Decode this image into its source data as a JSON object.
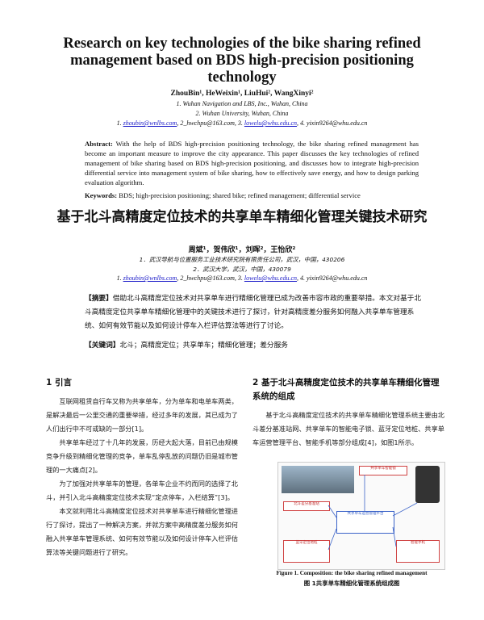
{
  "en": {
    "title": "Research on key technologies of the bike sharing refined management based on BDS high-precision positioning technology",
    "authors": "ZhouBin¹, HeWeixin¹, LiuHui², WangXinyi²",
    "aff1": "1. Wuhan Navigation and LBS, Inc., Wuhan, China",
    "aff2": "2. Wuhan University, Wuhan, China",
    "email1": "zhoubin@wnlbs.com",
    "email2": "2_hwchpu@163.com",
    "email3": "lowelu@whu.edu.cn",
    "email4": "4. yixin9264@whu.edu.cn",
    "abstract_label": "Abstract:",
    "abstract": "With the help of BDS high-precision positioning technology, the bike sharing refined management has become an important measure to improve the city appearance. This paper discusses the key technologies of refined management of bike sharing based on BDS high-precision positioning, and discusses how to integrate high-precision differential service into management system of bike sharing, how to effectively save energy, and how to design parking evaluation algorithm.",
    "keywords_label": "Keywords:",
    "keywords": "BDS; high-precision positioning; shared bike; refined management; differential service"
  },
  "cn": {
    "title": "基于北斗高精度定位技术的共享单车精细化管理关键技术研究",
    "authors": "周斌¹，贺伟欣¹，刘晖²，王怡欣²",
    "aff1": "1．武汉导航与位置服务工业技术研究院有限责任公司，武汉，中国，430206",
    "aff2": "2．武汉大学，武汉，中国，430079",
    "abstract_label": "【摘要】",
    "abstract": "借助北斗高精度定位技术对共享单车进行精细化管理已成为改善市容市政的重要举措。本文对基于北斗高精度定位共享单车精细化管理中的关键技术进行了探讨，针对高精度差分服务如何融入共享单车管理系统、如何有效节能以及如何设计停车入栏评估算法等进行了讨论。",
    "keywords_label": "【关键词】",
    "keywords": "北斗；高精度定位；共享单车；精细化管理；差分服务"
  },
  "sec1": {
    "heading": "1  引言",
    "p1": "互联网租赁自行车又称为共享单车，分为单车和电单车两类，是解决最后一公里交通的重要举措，经过多年的发展，其已成为了人们出行中不可或缺的一部分[1]。",
    "p2": "共享单车经过了十几年的发展，历经大起大落，目前已由规模竞争升级到精细化管理的竞争，单车乱停乱放的问题仍旧是城市管理的一大痛点[2]。",
    "p3": "为了加强对共享单车的管理，各单车企业不约而同的选择了北斗，并引入北斗高精度定位技术实现“定点停车，入栏结算”[3]。",
    "p4": "本文就利用北斗高精度定位技术对共享单车进行精细化管理进行了探讨，提出了一种解决方案，并就方案中高精度差分服务如何融入共享单车管理系统、如何有效节能以及如何设计停车入栏评估算法等关键问题进行了研究。"
  },
  "sec2": {
    "heading": "2  基于北斗高精度定位技术的共享单车精细化管理系统的组成",
    "p1": "基于北斗高精度定位技术的共享单车精细化管理系统主要由北斗差分基准站网、共享单车的智能电子锁、蓝牙定位地桩、共享单车运营管理平台、智能手机等部分组成[4]，如图1所示。"
  },
  "figure": {
    "caption_en": "Figure 1. Composition: the bike sharing refined management",
    "caption_cn": "图  1共享单车精细化管理系统组成图",
    "box_top": "共享单车智能锁",
    "box_left": "北斗差分基准站",
    "box_mid": "共享单车运营管理平台",
    "box_bl": "蓝牙定位地桩",
    "box_br": "智能手机"
  }
}
